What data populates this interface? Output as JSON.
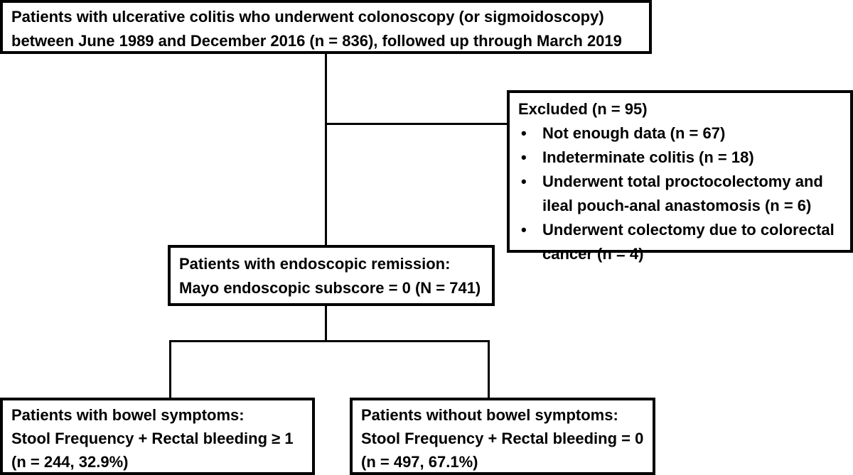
{
  "top_box": {
    "lines": [
      "Patients with ulcerative colitis who underwent colonoscopy (or sigmoidoscopy)",
      "between June 1989 and December 2016 (n = 836), followed up through March 2019"
    ]
  },
  "excluded_box": {
    "title": "Excluded (n = 95)",
    "items": [
      {
        "lines": [
          "Not enough data (n = 67)"
        ]
      },
      {
        "lines": [
          "Indeterminate colitis (n = 18)"
        ]
      },
      {
        "lines": [
          "Underwent total proctocolectomy and",
          "ileal pouch-anal anastomosis (n = 6)"
        ]
      },
      {
        "lines": [
          "Underwent colectomy due to colorectal",
          "cancer (n = 4)"
        ]
      }
    ]
  },
  "remission_box": {
    "lines": [
      "Patients with endoscopic remission:",
      "Mayo endoscopic subscore = 0 (N = 741)"
    ]
  },
  "symptoms_box": {
    "lines": [
      "Patients with bowel symptoms:",
      "Stool Frequency + Rectal bleeding ≥ 1",
      "(n = 244, 32.9%)"
    ]
  },
  "no_symptoms_box": {
    "lines": [
      "Patients without bowel symptoms:",
      "Stool Frequency + Rectal bleeding = 0",
      "(n = 497, 67.1%)"
    ]
  }
}
